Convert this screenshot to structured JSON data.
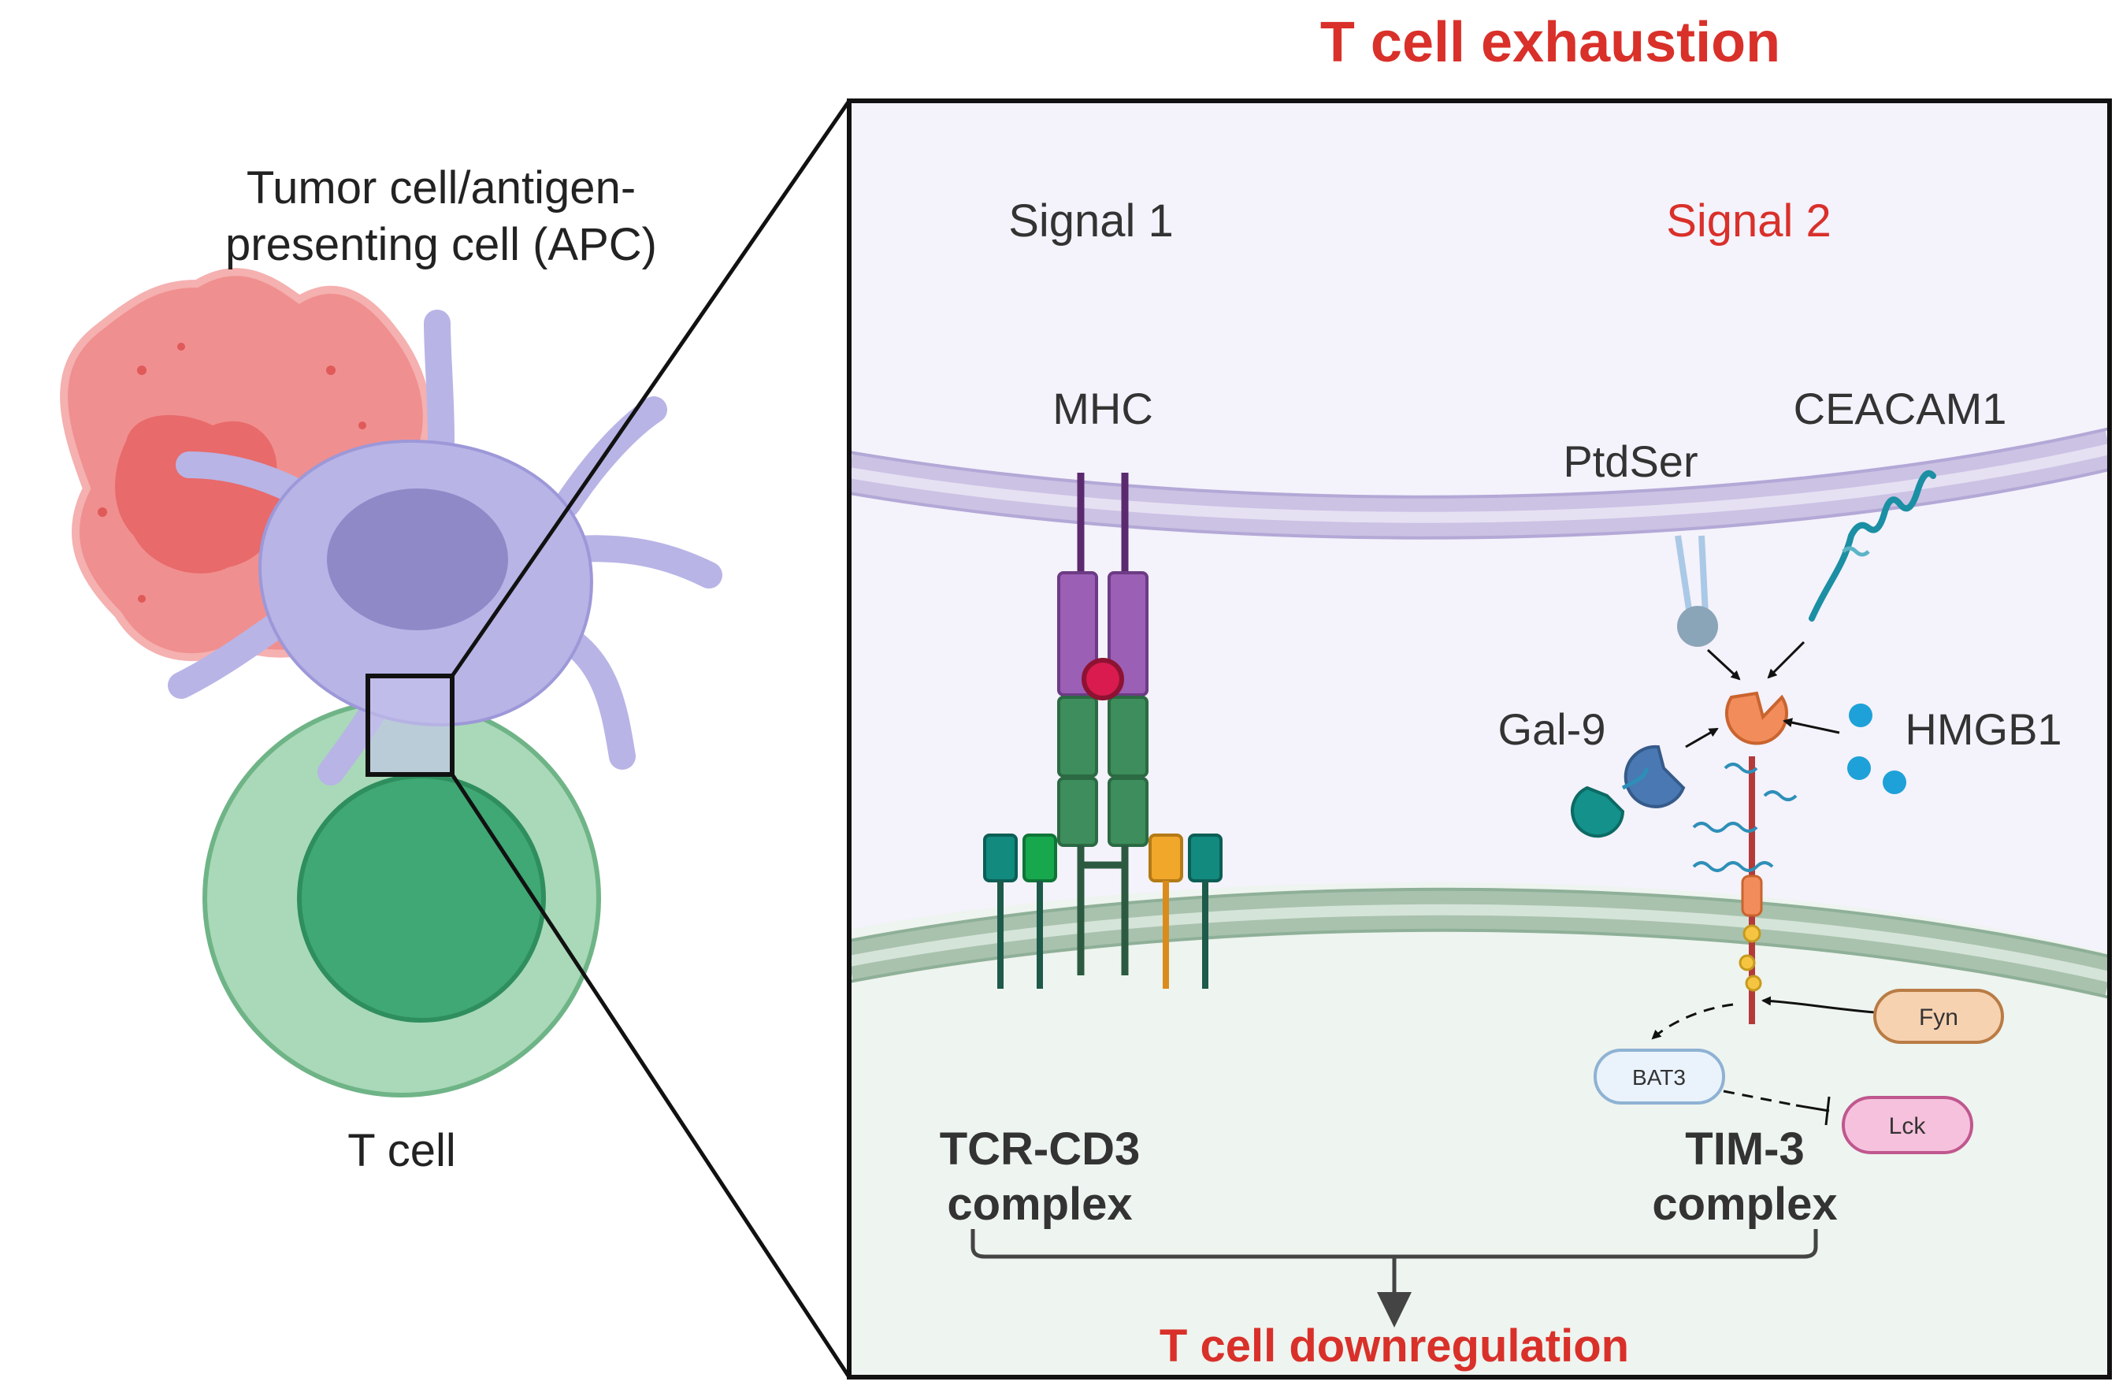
{
  "title": "T cell exhaustion",
  "left": {
    "apc_label_line1": "Tumor cell/antigen-",
    "apc_label_line2": "presenting cell (APC)",
    "tcell_label": "T cell"
  },
  "panel": {
    "signal1": "Signal 1",
    "signal2": "Signal 2",
    "mhc": "MHC",
    "ptdser": "PtdSer",
    "ceacam1": "CEACAM1",
    "gal9": "Gal-9",
    "hmgb1": "HMGB1",
    "fyn": "Fyn",
    "bat3": "BAT3",
    "lck": "Lck",
    "tcr_line1": "TCR-CD3",
    "tcr_line2": "complex",
    "tim3_line1": "TIM-3",
    "tim3_line2": "complex",
    "outcome": "T cell downregulation"
  },
  "colors": {
    "accent_red": "#d9302a",
    "panel_top": "#f3f0fb",
    "panel_bottom": "#eef4ef",
    "apc_membrane": "#c7bde2",
    "tcell_membrane": "#a9c2ae",
    "mhc_purple": "#9b5fb5",
    "tcr_green": "#3e8d5c",
    "cd3_teal": "#128a7e",
    "cd3_green": "#17a84e",
    "cd3_orange": "#f0a72a",
    "tim3_orange": "#f28c5a",
    "gal9_blue": "#4a78b2",
    "hmgb1_blue": "#1da1d8"
  }
}
